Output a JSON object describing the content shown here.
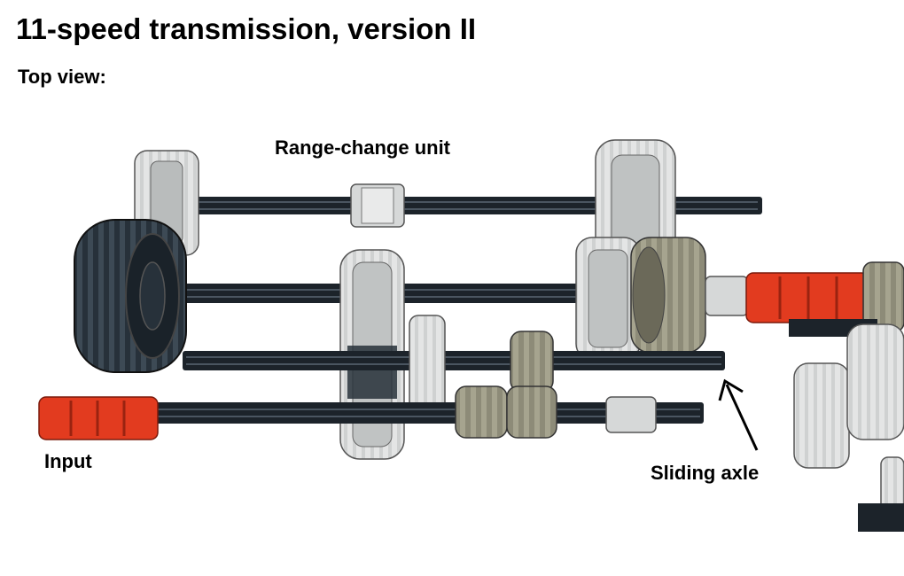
{
  "header": {
    "title": "11-speed transmission, version II",
    "subtitle": "Top view:"
  },
  "labels": {
    "range_change": "Range-change unit",
    "input": "Input",
    "sliding_axle": "Sliding axle"
  },
  "colors": {
    "axle": "#1c232a",
    "light_gear": "#cfd1d1",
    "light_gear_dark": "#a8abab",
    "dark_tan_gear": "#8d8b78",
    "dark_tan_gear_dark": "#6b6959",
    "red_coupler": "#e23b1f",
    "black_tire": "#27313a",
    "bush": "#d6d8d8",
    "outline": "#3a3a3a"
  }
}
